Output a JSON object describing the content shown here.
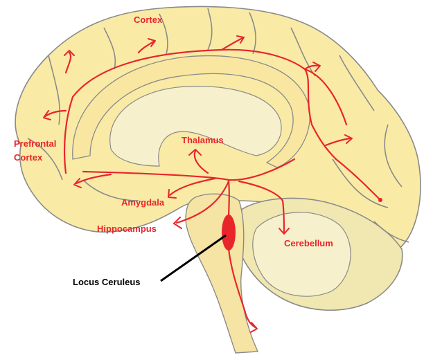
{
  "labels": {
    "cortex": "Cortex",
    "prefrontal_line1": "Prefrontal",
    "prefrontal_line2": "Cortex",
    "thalamus": "Thalamus",
    "amygdala": "Amygdala",
    "hippocampus": "Hippocampus",
    "cerebellum": "Cerebellum",
    "locus_ceruleus": "Locus Ceruleus"
  },
  "colors": {
    "brain_fill": "#f9eaa6",
    "inner_fill": "#f7f0cc",
    "cerebellum_fill": "#f0e7b1",
    "pathway": "#e8252b",
    "nucleus": "#e8252b",
    "outline": "#8a8a8a",
    "pointer_line": "#000000"
  }
}
